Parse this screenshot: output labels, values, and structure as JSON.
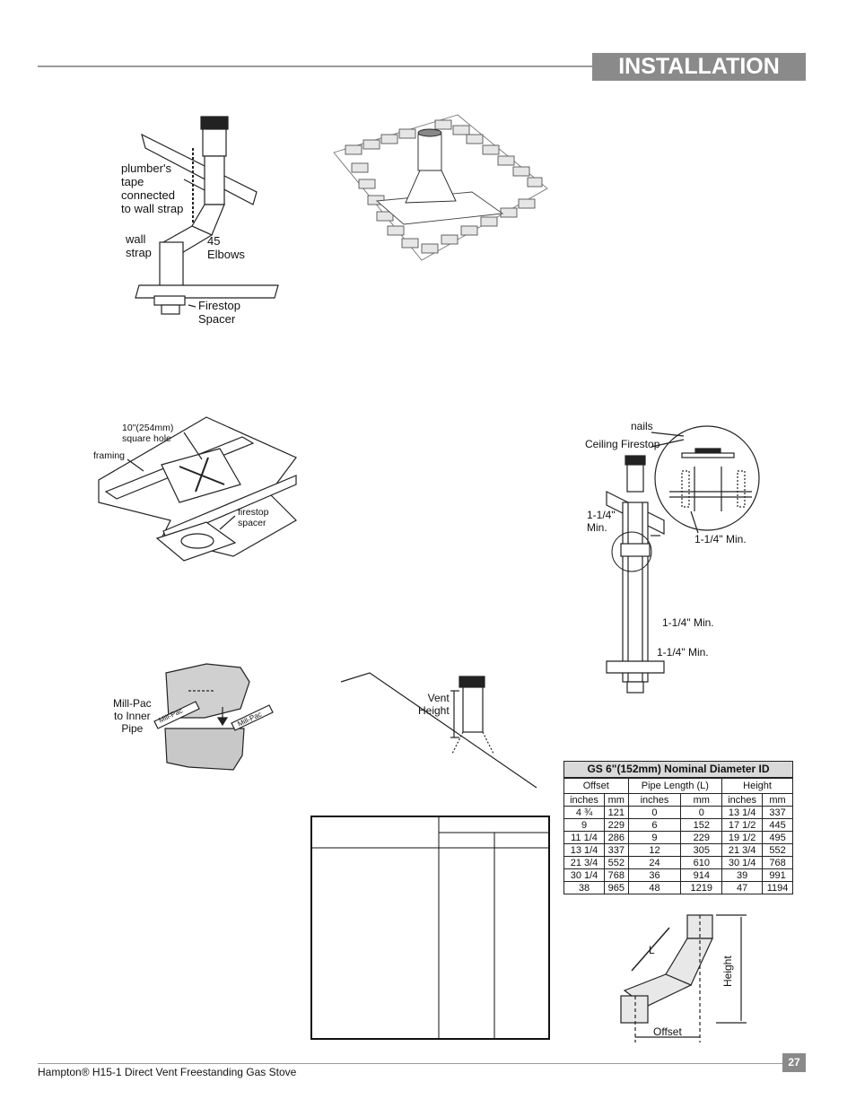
{
  "header": {
    "title": "INSTALLATION"
  },
  "figures": {
    "offset_elbows": {
      "plumbers_tape": [
        "plumber's",
        "tape",
        "connected",
        "to wall strap"
      ],
      "wall_strap": [
        "wall",
        "strap"
      ],
      "elbows": [
        "45",
        "Elbows"
      ],
      "firestop": [
        "Firestop",
        "Spacer"
      ]
    },
    "framing": {
      "hole": [
        "10\"(254mm)",
        "square hole"
      ],
      "framing": "framing",
      "firestop": [
        "firestop",
        "spacer"
      ]
    },
    "ceiling": {
      "nails": "nails",
      "ceiling_firestop": "Ceiling Firestop",
      "min_left": [
        "1-1/4\"",
        "Min."
      ],
      "min_right": "1-1/4\" Min.",
      "min_mid": "1-1/4\" Min.",
      "min_low": "1-1/4\" Min."
    },
    "millpac": {
      "label": [
        "Mill-Pac",
        "to Inner",
        "Pipe"
      ],
      "tube_text": "Mill-Pac"
    },
    "vent_height": {
      "label": [
        "Vent",
        "Height"
      ]
    },
    "offset_diagram": {
      "l": "L",
      "height": "Height",
      "offset": "Offset"
    }
  },
  "gs_table": {
    "title": "GS 6\"(152mm) Nominal Diameter ID",
    "groups": [
      "Offset",
      "Pipe Length (L)",
      "Height"
    ],
    "units": [
      "inches",
      "mm",
      "inches",
      "mm",
      "inches",
      "mm"
    ],
    "rows": [
      [
        "4 ¾",
        "121",
        "0",
        "0",
        "13 1/4",
        "337"
      ],
      [
        "9",
        "229",
        "6",
        "152",
        "17 1/2",
        "445"
      ],
      [
        "11 1/4",
        "286",
        "9",
        "229",
        "19 1/2",
        "495"
      ],
      [
        "13 1/4",
        "337",
        "12",
        "305",
        "21 3/4",
        "552"
      ],
      [
        "21 3/4",
        "552",
        "24",
        "610",
        "30 1/4",
        "768"
      ],
      [
        "30 1/4",
        "768",
        "36",
        "914",
        "39",
        "991"
      ],
      [
        "38",
        "965",
        "48",
        "1219",
        "47",
        "1194"
      ]
    ]
  },
  "footer": {
    "text": "Hampton® H15-1 Direct Vent Freestanding Gas Stove",
    "page": "27"
  }
}
